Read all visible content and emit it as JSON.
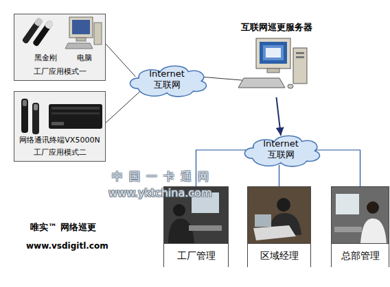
{
  "diagram": {
    "nodes": [
      {
        "text": [
          "黑金刚",
          "电脑",
          "工厂应用模式一"
        ]
      },
      {
        "text": [
          "网络通讯终端VX5000N",
          "工厂应用模式二"
        ]
      },
      {
        "text": [
          "Internet 互联网"
        ]
      },
      {
        "text": [
          "互联网巡更服务器"
        ]
      },
      {
        "text": [
          "Internet 互联网"
        ]
      },
      {
        "text": [
          "工厂管理"
        ]
      },
      {
        "text": [
          "区域经理"
        ]
      },
      {
        "text": [
          "总部管理"
        ]
      }
    ],
    "edges": [
      {
        "from": 0,
        "to": 2,
        "arrow": "none"
      },
      {
        "from": 1,
        "to": 2,
        "arrow": "none"
      },
      {
        "from": 2,
        "to": 3,
        "arrow": "none"
      },
      {
        "from": 3,
        "to": 4,
        "arrow": "to"
      },
      {
        "from": 4,
        "to": 5,
        "arrow": "none"
      },
      {
        "from": 4,
        "to": 6,
        "arrow": "none"
      },
      {
        "from": 4,
        "to": 7,
        "arrow": "none"
      }
    ],
    "labels": [
      "中国一卡通网",
      "www.yktchina.com",
      "唯实™ 网络巡更",
      "www.vsdigitl.com"
    ]
  }
}
